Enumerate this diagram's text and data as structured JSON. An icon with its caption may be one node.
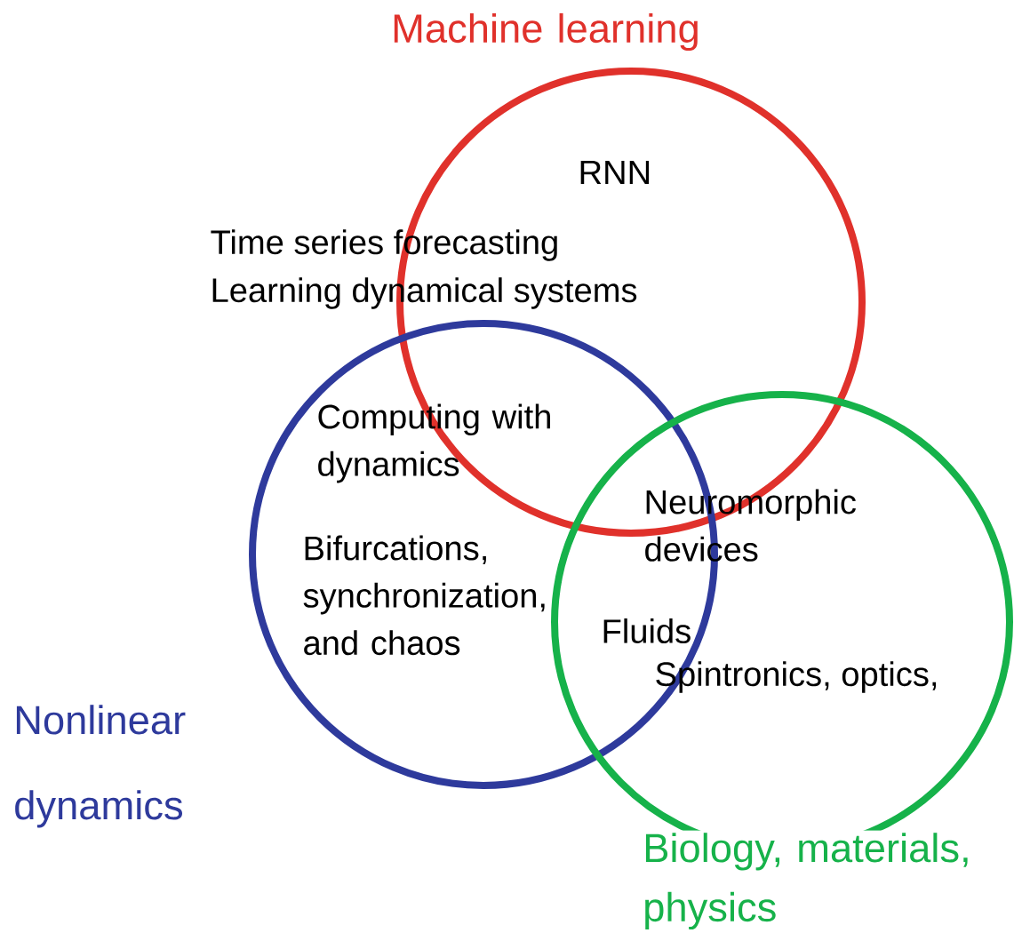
{
  "diagram": {
    "nodes": [
      {
        "text": [
          "Machine learning"
        ]
      },
      {
        "text": [
          "Nonlinear dynamics"
        ]
      },
      {
        "text": [
          "Biology, materials, physics"
        ]
      }
    ],
    "labels": [
      "RNN",
      "Time series forecasting",
      "Learning dynamical systems",
      "Computing with dynamics",
      "Bifurcations, synchronization, and chaos",
      "Neuromorphic devices",
      "Fluids",
      "Spintronics, optics,"
    ]
  }
}
